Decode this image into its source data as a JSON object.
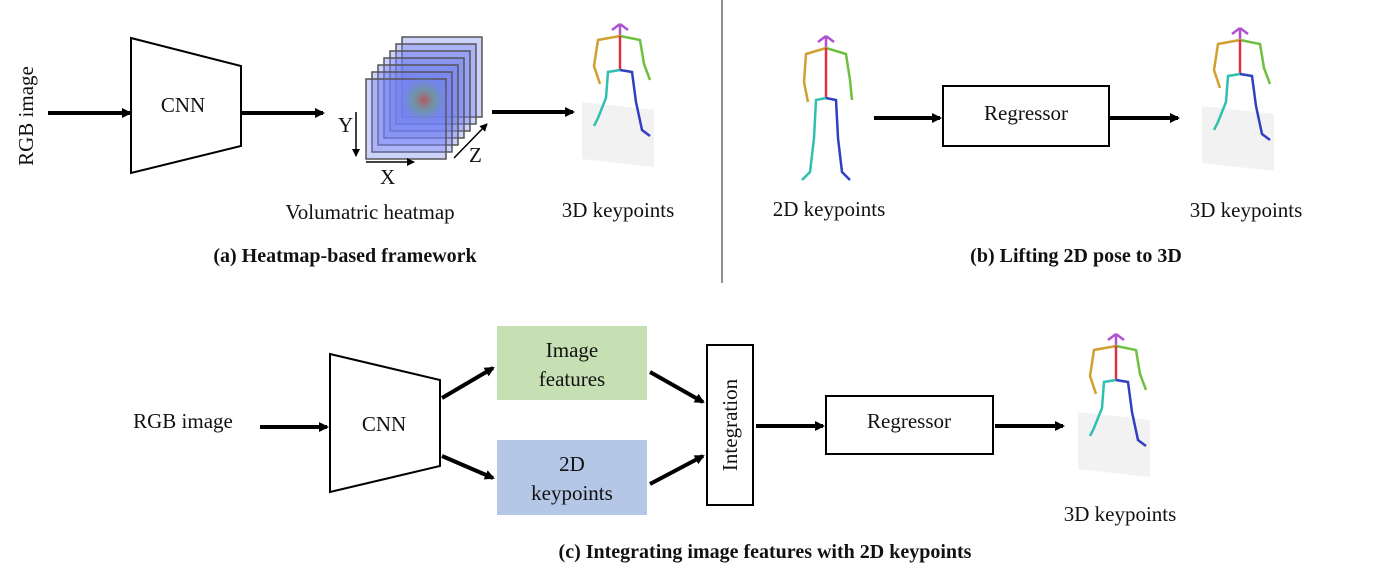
{
  "panel_a": {
    "input_label": "RGB image",
    "cnn_label": "CNN",
    "axis_y": "Y",
    "axis_x": "X",
    "axis_z": "Z",
    "heatmap_label": "Volumatric heatmap",
    "output_label": "3D keypoints",
    "caption": "(a) Heatmap-based framework"
  },
  "panel_b": {
    "input_label": "2D keypoints",
    "regressor_label": "Regressor",
    "output_label": "3D keypoints",
    "caption": "(b) Lifting 2D pose to 3D"
  },
  "panel_c": {
    "input_label": "RGB image",
    "cnn_label": "CNN",
    "image_features_line1": "Image",
    "image_features_line2": "features",
    "keypoints_line1": "2D",
    "keypoints_line2": "keypoints",
    "integration_label": "Integration",
    "regressor_label": "Regressor",
    "output_label": "3D keypoints",
    "caption": "(c) Integrating image features with 2D keypoints"
  },
  "colors": {
    "image_features_box": "#c6e0b4",
    "keypoints_box": "#b4c7e7",
    "heatmap_fill": "#6f7ff0",
    "arrow": "#000000"
  }
}
